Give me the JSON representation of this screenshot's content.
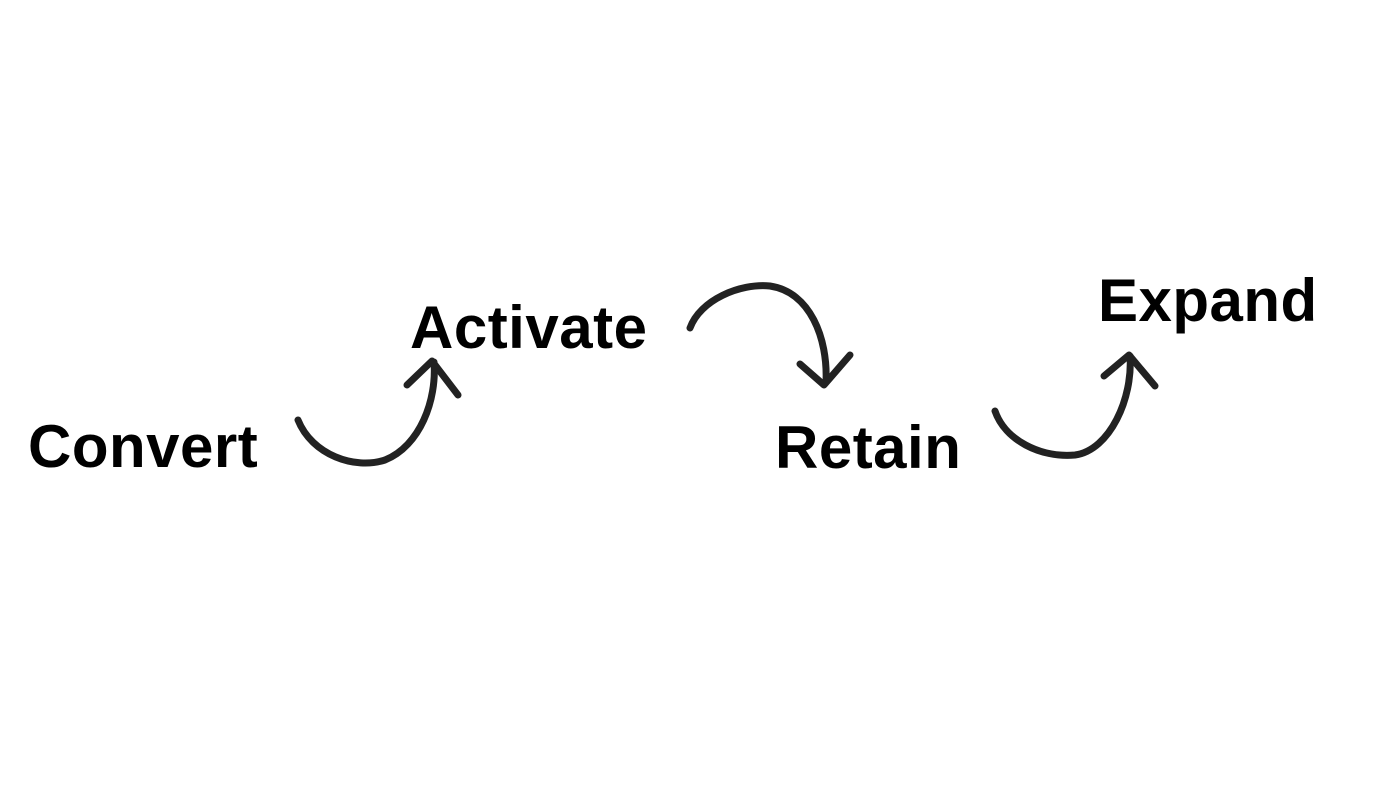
{
  "stages": [
    {
      "label": "Convert"
    },
    {
      "label": "Activate"
    },
    {
      "label": "Retain"
    },
    {
      "label": "Expand"
    }
  ],
  "colors": {
    "text": "#000000",
    "arrow": "#222222",
    "background": "#ffffff"
  },
  "icons": [
    "curved-arrow-icon"
  ]
}
